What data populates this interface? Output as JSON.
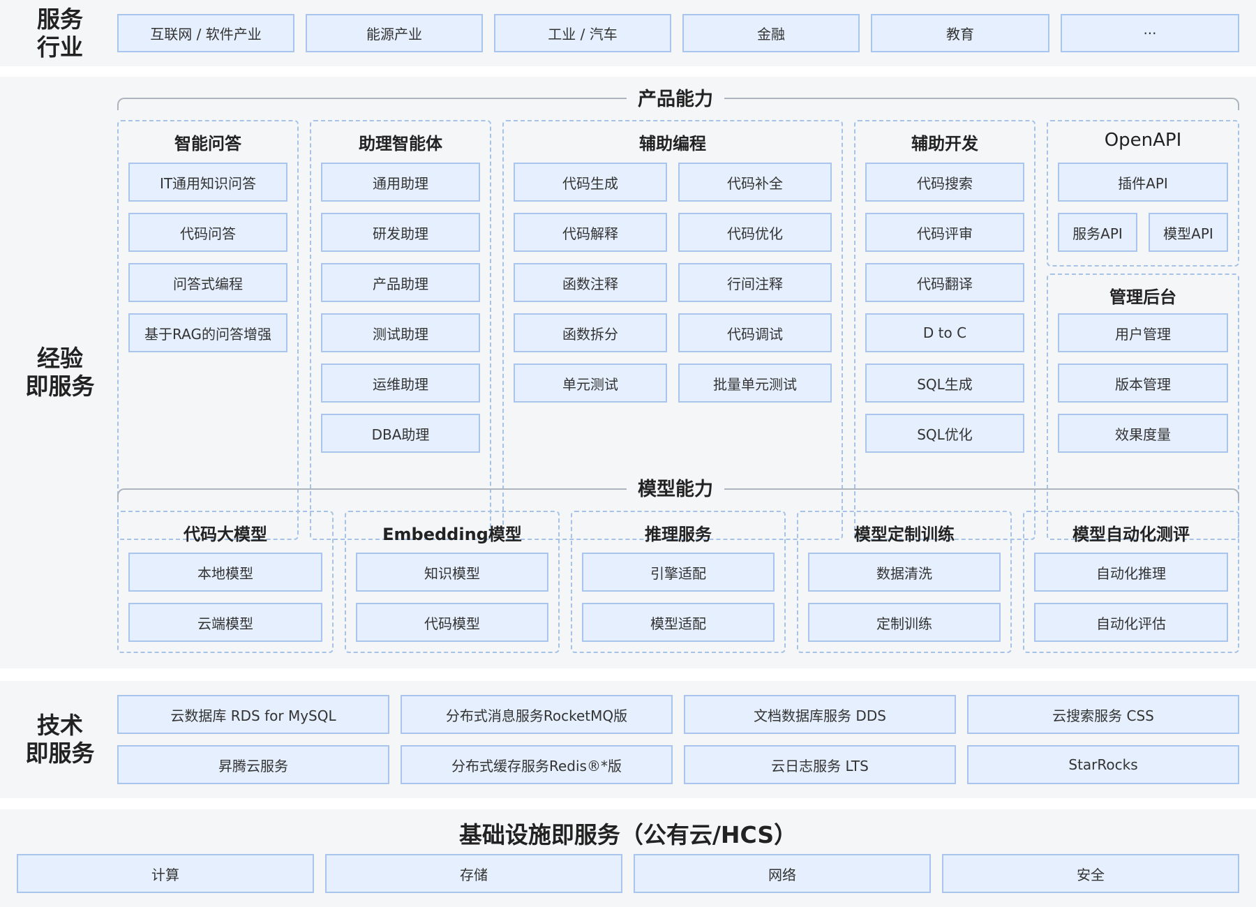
{
  "service_industry": {
    "label_line1": "服务",
    "label_line2": "行业",
    "items": [
      "互联网 / 软件产业",
      "能源产业",
      "工业 / 汽车",
      "金融",
      "教育",
      "···"
    ]
  },
  "experience": {
    "label_line1": "经验",
    "label_line2": "即服务",
    "product_title": "产品能力",
    "smart_qa": {
      "title": "智能问答",
      "items": [
        "IT通用知识问答",
        "代码问答",
        "问答式编程",
        "基于RAG的问答增强"
      ]
    },
    "agent": {
      "title": "助理智能体",
      "items": [
        "通用助理",
        "研发助理",
        "产品助理",
        "测试助理",
        "运维助理",
        "DBA助理"
      ]
    },
    "coding": {
      "title": "辅助编程",
      "items": [
        "代码生成",
        "代码补全",
        "代码解释",
        "代码优化",
        "函数注释",
        "行间注释",
        "函数拆分",
        "代码调试",
        "单元测试",
        "批量单元测试"
      ]
    },
    "dev": {
      "title": "辅助开发",
      "items": [
        "代码搜索",
        "代码评审",
        "代码翻译",
        "D to C",
        "SQL生成",
        "SQL优化"
      ]
    },
    "openapi": {
      "title": "OpenAPI",
      "items": [
        "插件API",
        "服务API",
        "模型API"
      ]
    },
    "admin": {
      "title": "管理后台",
      "items": [
        "用户管理",
        "版本管理",
        "效果度量"
      ]
    },
    "model_title": "模型能力",
    "model_groups": [
      {
        "title": "代码大模型",
        "items": [
          "本地模型",
          "云端模型"
        ]
      },
      {
        "title": "Embedding模型",
        "items": [
          "知识模型",
          "代码模型"
        ]
      },
      {
        "title": "推理服务",
        "items": [
          "引擎适配",
          "模型适配"
        ]
      },
      {
        "title": "模型定制训练",
        "items": [
          "数据清洗",
          "定制训练"
        ]
      },
      {
        "title": "模型自动化测评",
        "items": [
          "自动化推理",
          "自动化评估"
        ]
      }
    ]
  },
  "tech": {
    "label_line1": "技术",
    "label_line2": "即服务",
    "items": [
      "云数据库 RDS for MySQL",
      "分布式消息服务RocketMQ版",
      "文档数据库服务 DDS",
      "云搜索服务 CSS",
      "昇腾云服务",
      "分布式缓存服务Redis®*版",
      "云日志服务 LTS",
      "StarRocks"
    ]
  },
  "infra": {
    "title": "基础设施即服务（公有云/HCS）",
    "items": [
      "计算",
      "存储",
      "网络",
      "安全"
    ]
  },
  "colors": {
    "band_bg": "#f5f6f8",
    "box_fill": "#e5effd",
    "box_border": "#a9c5ee",
    "group_border": "#a6c2e6"
  }
}
